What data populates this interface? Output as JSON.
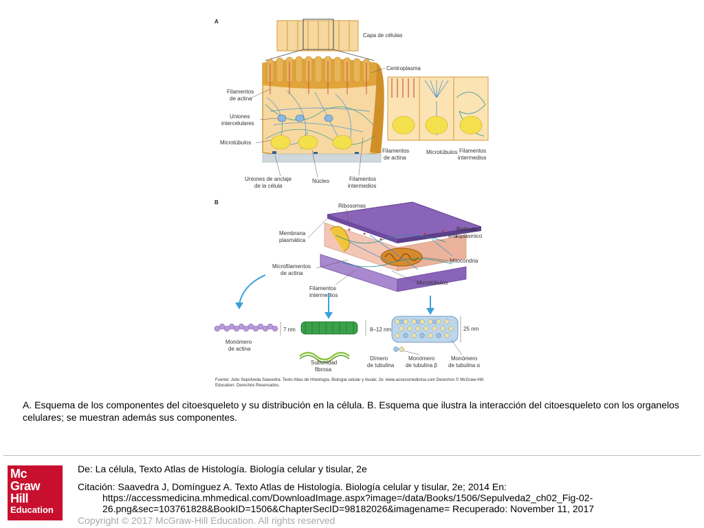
{
  "figure": {
    "panel_a_letter": "A",
    "panel_b_letter": "B",
    "labels_a": {
      "capa": "Capa de células",
      "centroplasma": "Centroplasma",
      "fil_actina_1": "Filamentos",
      "fil_actina_2": "de actina",
      "uniones_1": "Uniones",
      "uniones_2": "intercelulares",
      "microtubulos": "Microtúbulos",
      "anclaje_1": "Uniones de anclaje",
      "anclaje_2": "de la célula",
      "nucleo": "Núcleo",
      "fil_inter_1": "Filamentos",
      "fil_inter_2": "intermedios",
      "r_fil_actina_1": "Filamentos",
      "r_fil_actina_2": "de actina",
      "r_microtubulos": "Microtúbulos",
      "r_fil_inter_1": "Filamentos",
      "r_fil_inter_2": "intermedios"
    },
    "labels_b": {
      "ribosomas": "Ribosomas",
      "membrana_1": "Membrana",
      "membrana_2": "plasmática",
      "reticulo_1": "Retículo",
      "reticulo_2": "endoplásmico",
      "mitocondria": "Mitocondria",
      "microfil_1": "Microfilamentos",
      "microfil_2": "de actina",
      "microtubulos": "Microtúbulos",
      "filint_1": "Filamentos",
      "filint_2": "intermedios",
      "seven_nm": "7 nm",
      "eight_nm": "8–12 nm",
      "twentyfive_nm": "25 nm",
      "monomero_actina_1": "Monómero",
      "monomero_actina_2": "de actina",
      "subunidad_1": "Subunidad",
      "subunidad_2": "fibrosa",
      "dimero_1": "Dímero",
      "dimero_2": "de tubulina",
      "mono_beta_1": "Monómero",
      "mono_beta_2": "de tubulina β",
      "mono_alpha_1": "Monómero",
      "mono_alpha_2": "de tubulina α"
    },
    "source_note": "Fuente: Julio Sepúlveda Saavedra: Texto Atlas de Histología. Biología celular y tisular, 2e: www.accessmedicina.com Derechos © McGraw-Hill Education. Derechos Reservados."
  },
  "caption": "A. Esquema de los componentes del citoesqueleto y su distribución en la célula. B. Esquema que ilustra la interacción del citoesqueleto con los organelos celulares; se muestran además sus componentes.",
  "logo": {
    "line1": "Mc",
    "line2": "Graw",
    "line3": "Hill",
    "line4": "Education"
  },
  "reference": {
    "from": "De: La célula, Texto Atlas de Histología. Biología celular y tisular, 2e",
    "citation": "Citación: Saavedra J, Domínguez A. Texto Atlas de Histología. Biología celular y tisular, 2e; 2014 En:",
    "url1": "https://accessmedicina.mhmedical.com/DownloadImage.aspx?image=/data/Books/1506/Sepulveda2_ch02_Fig-02-",
    "url2": "26.png&sec=103761828&BookID=1506&ChapterSecID=98182026&imagename= Recuperado: November 11, 2017",
    "copyright": "Copyright © 2017 McGraw-Hill Education. All rights reserved"
  },
  "colors": {
    "cell_gold": "#e0a43a",
    "cell_light": "#f6d8a0",
    "nucleus": "#f4e04d",
    "microtubule_blue": "#4a90d0",
    "actin_red": "#c0392b",
    "intermediate_teal": "#1f8f8f",
    "membrane_purple": "#8a64b8",
    "mitochondria_orange": "#d88a2a",
    "brand_red": "#c8102e"
  }
}
